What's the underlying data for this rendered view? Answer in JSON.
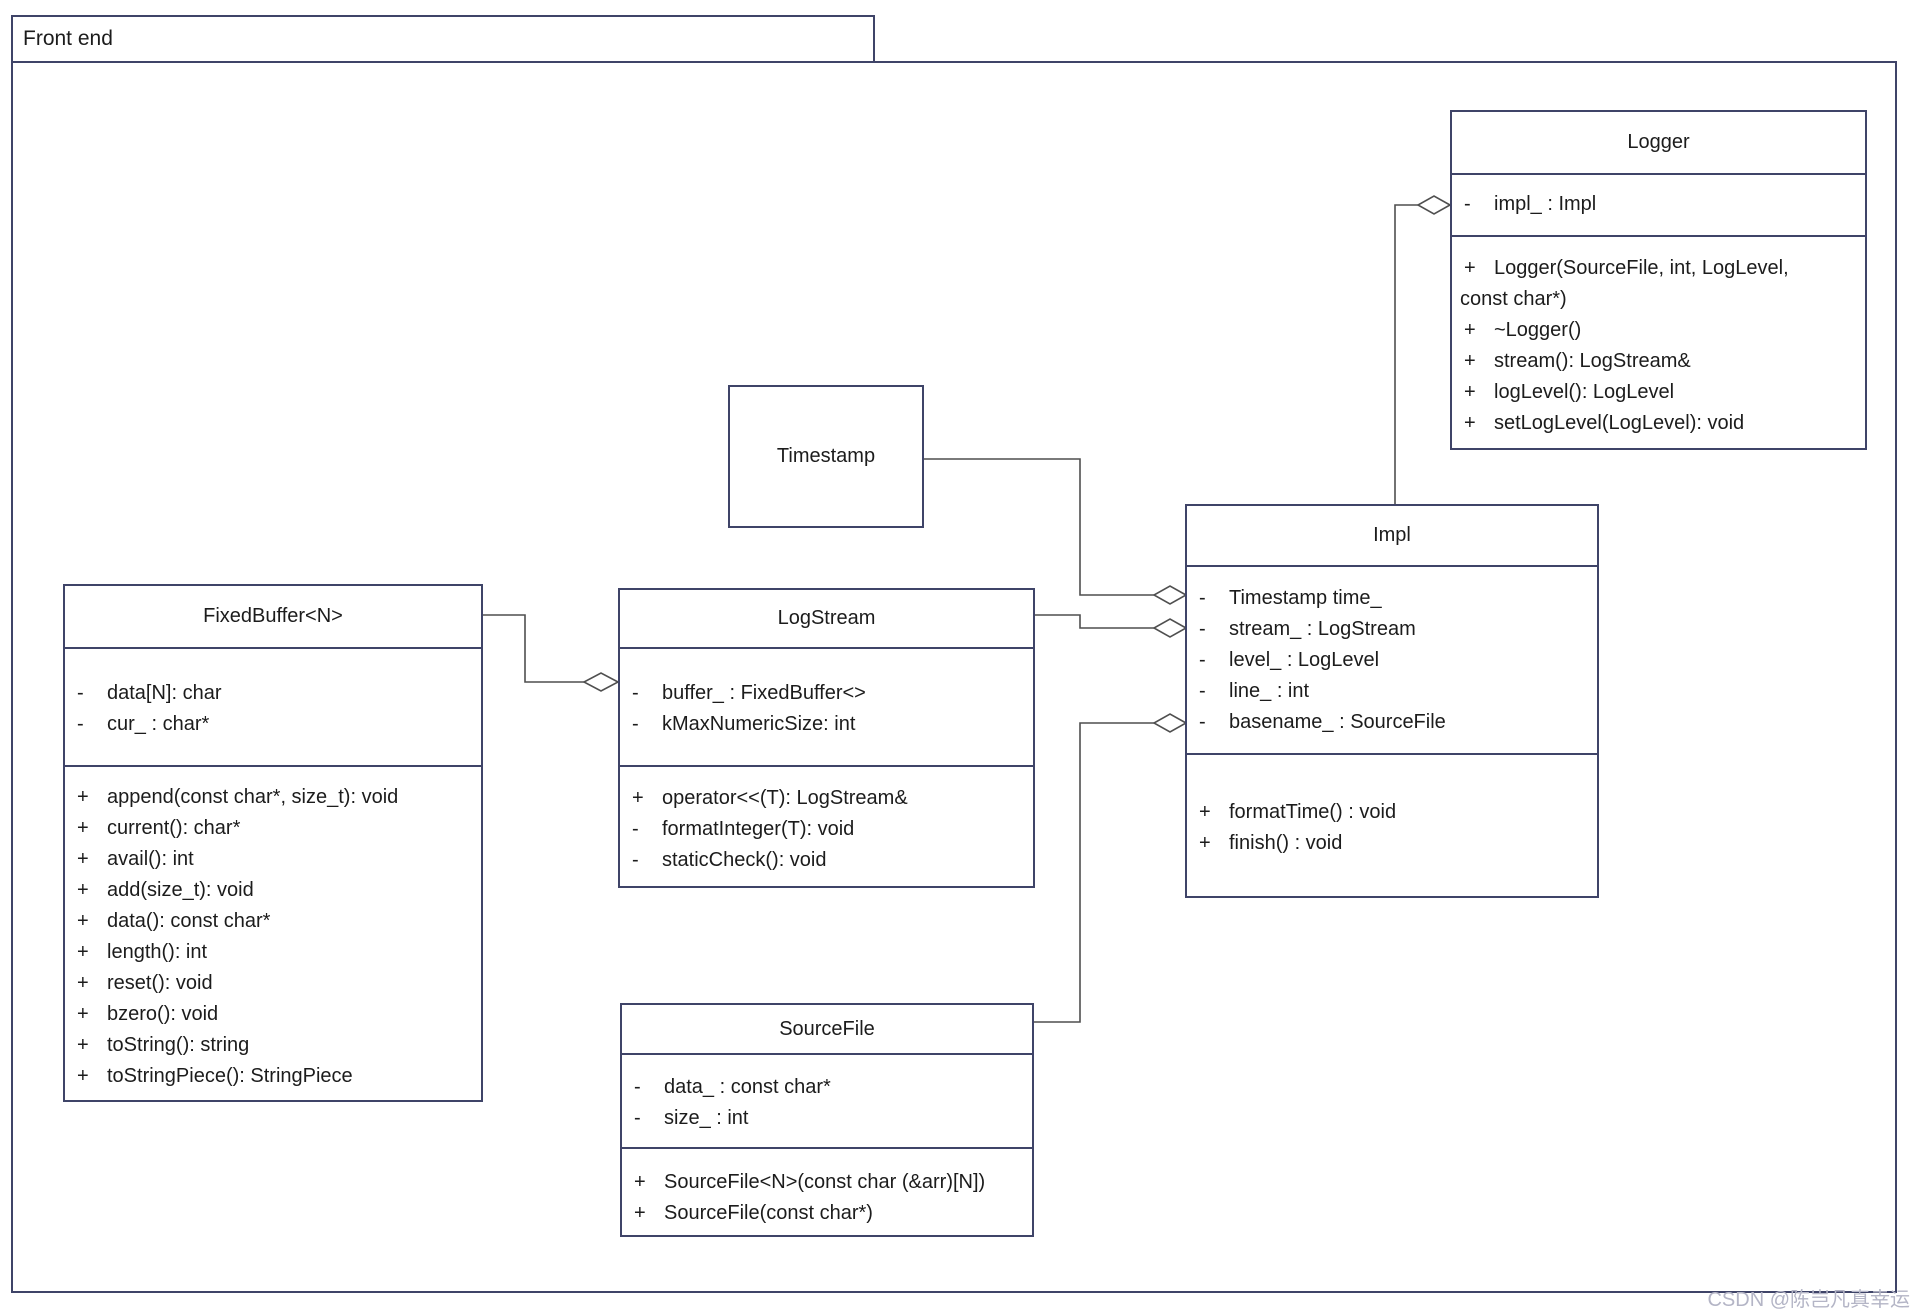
{
  "package": {
    "label": "Front end"
  },
  "watermark": "CSDN @陈岂凡真幸运",
  "colors": {
    "box_border": "#3f4468",
    "connector": "#4f4f4f",
    "text": "#1c1c1c",
    "watermark": "#b4b5c6",
    "background": "#ffffff"
  },
  "classes": {
    "logger": {
      "title": "Logger",
      "attributes": [
        {
          "sign": "-",
          "text": "impl_ : Impl"
        }
      ],
      "methods": [
        {
          "sign": "+",
          "text": "Logger(SourceFile, int, LogLevel,"
        },
        {
          "sign": "",
          "text": "const char*)",
          "cont": true
        },
        {
          "sign": "+",
          "text": "~Logger()"
        },
        {
          "sign": "+",
          "text": "stream(): LogStream&"
        },
        {
          "sign": "+",
          "text": "logLevel(): LogLevel"
        },
        {
          "sign": "+",
          "text": "setLogLevel(LogLevel): void"
        }
      ]
    },
    "timestamp": {
      "title": "Timestamp"
    },
    "impl": {
      "title": "Impl",
      "attributes": [
        {
          "sign": "-",
          "text": "Timestamp time_"
        },
        {
          "sign": "-",
          "text": "stream_ : LogStream"
        },
        {
          "sign": "-",
          "text": "level_ : LogLevel"
        },
        {
          "sign": "-",
          "text": "line_ : int"
        },
        {
          "sign": "-",
          "text": "basename_ : SourceFile"
        }
      ],
      "methods": [
        {
          "sign": "+",
          "text": "formatTime() : void"
        },
        {
          "sign": "+",
          "text": "finish() : void"
        }
      ]
    },
    "fixedbuffer": {
      "title": "FixedBuffer<N>",
      "attributes": [
        {
          "sign": "-",
          "text": "data[N]: char"
        },
        {
          "sign": "-",
          "text": "cur_ : char*"
        }
      ],
      "methods": [
        {
          "sign": "+",
          "text": "append(const char*, size_t): void"
        },
        {
          "sign": "+",
          "text": "current(): char*"
        },
        {
          "sign": "+",
          "text": "avail(): int"
        },
        {
          "sign": "+",
          "text": "add(size_t): void"
        },
        {
          "sign": "+",
          "text": "data(): const char*"
        },
        {
          "sign": "+",
          "text": "length(): int"
        },
        {
          "sign": "+",
          "text": "reset(): void"
        },
        {
          "sign": "+",
          "text": "bzero(): void"
        },
        {
          "sign": "+",
          "text": "toString(): string"
        },
        {
          "sign": "+",
          "text": "toStringPiece(): StringPiece"
        }
      ]
    },
    "logstream": {
      "title": "LogStream",
      "attributes": [
        {
          "sign": "-",
          "text": "buffer_ : FixedBuffer<>"
        },
        {
          "sign": "-",
          "text": "kMaxNumericSize: int"
        }
      ],
      "methods": [
        {
          "sign": "+",
          "text": "operator<<(T): LogStream&"
        },
        {
          "sign": "-",
          "text": "formatInteger(T): void"
        },
        {
          "sign": "-",
          "text": "staticCheck(): void"
        }
      ]
    },
    "sourcefile": {
      "title": "SourceFile",
      "attributes": [
        {
          "sign": "-",
          "text": "data_ : const char*"
        },
        {
          "sign": "-",
          "text": "size_ : int"
        }
      ],
      "methods": [
        {
          "sign": "+",
          "text": "SourceFile<N>(const char (&arr)[N])"
        },
        {
          "sign": "+",
          "text": "SourceFile(const char*)"
        }
      ]
    }
  },
  "relationships": [
    {
      "type": "aggregation",
      "owner": "LogStream",
      "part": "FixedBuffer<N>"
    },
    {
      "type": "aggregation",
      "owner": "Impl",
      "part": "Timestamp"
    },
    {
      "type": "aggregation",
      "owner": "Impl",
      "part": "LogStream"
    },
    {
      "type": "aggregation",
      "owner": "Impl",
      "part": "SourceFile"
    },
    {
      "type": "aggregation",
      "owner": "Logger",
      "part": "Impl"
    }
  ]
}
